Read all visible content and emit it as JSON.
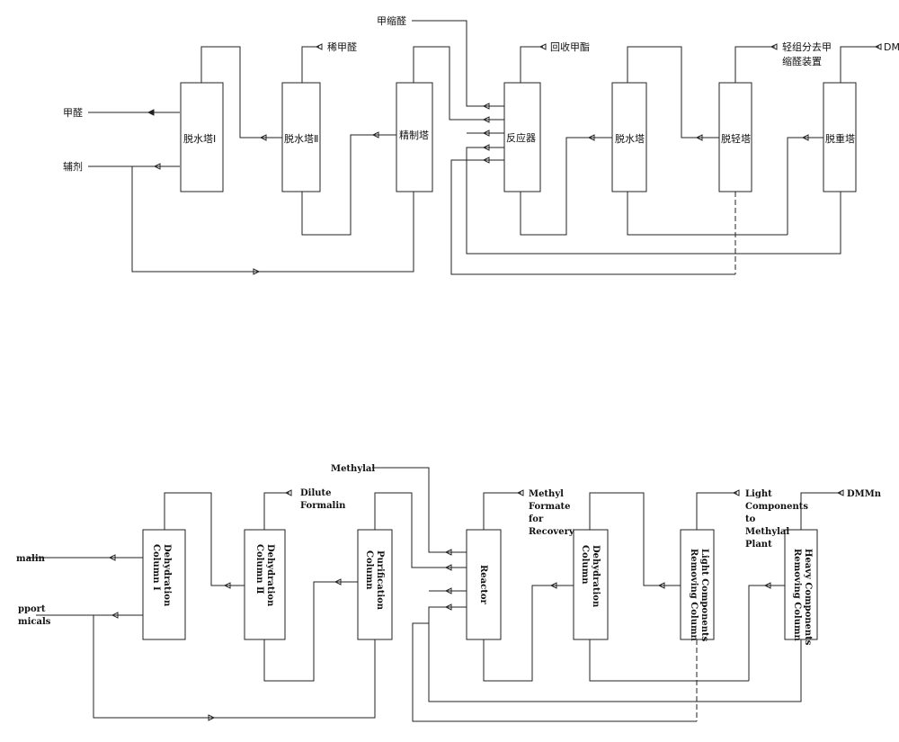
{
  "chinese": {
    "columns": {
      "c1": "脱水塔Ⅰ",
      "c2": "脱水塔Ⅱ",
      "c3": "精制塔",
      "c4": "反应器",
      "c5": "脱水塔",
      "c6": "脱轻塔",
      "c7": "脱重塔"
    },
    "streams": {
      "formalin": "甲醛",
      "aux": "辅剂",
      "dilute": "稀甲醛",
      "methylal": "甲缩醛",
      "recover": "回收甲酯",
      "light_1": "轻组分去甲",
      "light_2": "缩醛装置",
      "product": "DMMn"
    }
  },
  "english": {
    "columns": {
      "c1_a": "Dehydration",
      "c1_b": "Column Ⅰ",
      "c2_a": "Dehydration",
      "c2_b": "Column Ⅱ",
      "c3_a": "Purification",
      "c3_b": "Column",
      "c4": "Reactor",
      "c5_a": "Dehydration",
      "c5_b": "Column",
      "c6_a": "Light Components",
      "c6_b": "Removing Column",
      "c7_a": "Heavy Components",
      "c7_b": "Removing Column"
    },
    "streams": {
      "formalin": "malin",
      "aux_1": "pport",
      "aux_2": "micals",
      "dilute_1": "Dilute",
      "dilute_2": "Formalin",
      "methylal": "Methylal",
      "recover_1": "Methyl",
      "recover_2": "Formate",
      "recover_3": "for",
      "recover_4": "Recovery",
      "light_1": "Light",
      "light_2": "Components",
      "light_3": "to",
      "light_4": "Methylal",
      "light_5": "Plant",
      "product": "DMMn"
    }
  }
}
